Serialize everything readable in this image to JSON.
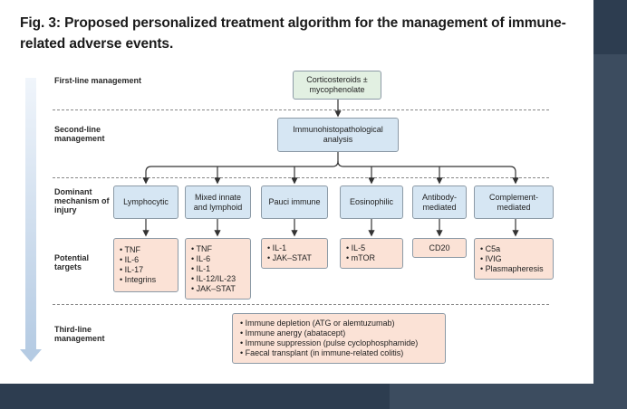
{
  "title": "Fig. 3: Proposed personalized treatment algorithm for the management of immune-related adverse events.",
  "rows": {
    "first": "First-line management",
    "second": "Second-line management",
    "dominant": "Dominant mechanism of injury",
    "targets": "Potential targets",
    "third": "Third-line management"
  },
  "nodes": {
    "first_line": "Corticosteroids ± mycophenolate",
    "second_line": "Immunohistopathological analysis",
    "mechanisms": [
      "Lymphocytic",
      "Mixed innate and lymphoid",
      "Pauci immune",
      "Eosinophilic",
      "Antibody-mediated",
      "Complement-mediated"
    ],
    "targets": [
      [
        "TNF",
        "IL-6",
        "IL-17",
        "Integrins"
      ],
      [
        "TNF",
        "IL-6",
        "IL-1",
        "IL-12/IL-23",
        "JAK–STAT"
      ],
      [
        "IL-1",
        "JAK–STAT"
      ],
      [
        "IL-5",
        "mTOR"
      ],
      [
        "CD20"
      ],
      [
        "C5a",
        "IVIG",
        "Plasmapheresis"
      ]
    ],
    "third_line": [
      "Immune depletion (ATG or alemtuzumab)",
      "Immune anergy (abatacept)",
      "Immune suppression (pulse cyclophosphamide)",
      "Faecal transplant (in immune-related colitis)"
    ]
  }
}
